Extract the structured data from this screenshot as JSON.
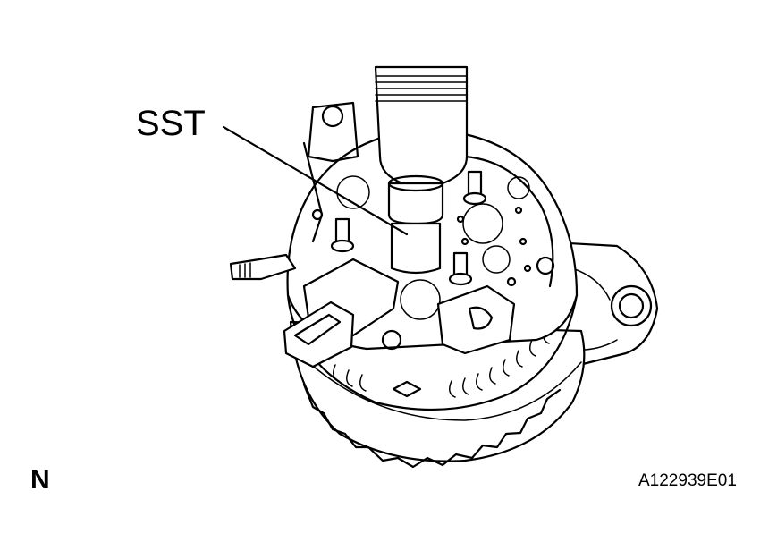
{
  "callout": {
    "label": "SST"
  },
  "view_letter": "N",
  "figure_id": "A122939E01"
}
